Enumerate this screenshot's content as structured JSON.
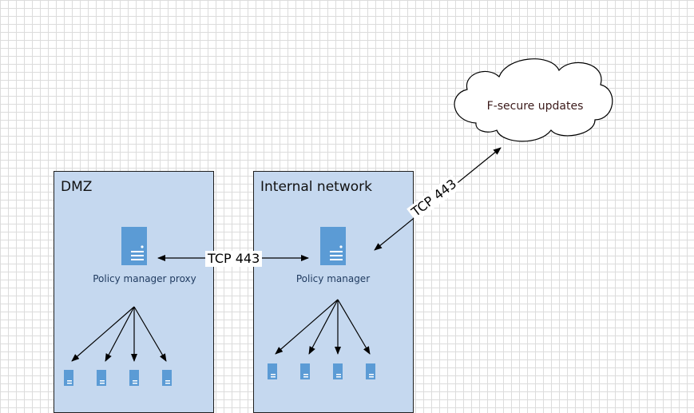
{
  "zones": {
    "dmz": {
      "title": "DMZ"
    },
    "internal": {
      "title": "Internal network"
    }
  },
  "servers": {
    "proxy": {
      "label": "Policy manager proxy"
    },
    "manager": {
      "label": "Policy manager"
    }
  },
  "cloud": {
    "label": "F-secure updates"
  },
  "links": {
    "proxy_to_manager": "TCP 443",
    "manager_to_cloud": "TCP 443"
  },
  "colors": {
    "zone_fill": "#c5d8ef",
    "server_blue": "#5b9bd5",
    "grid": "#dcdcdc"
  }
}
